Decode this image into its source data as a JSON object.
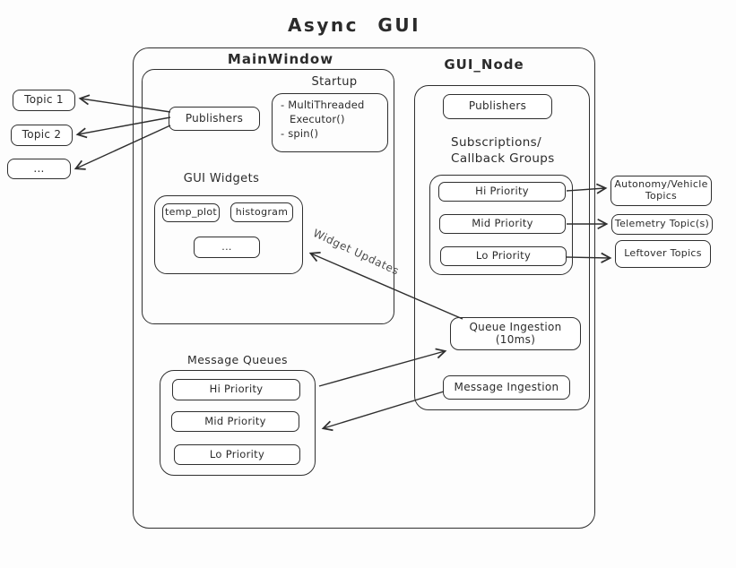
{
  "colors": {
    "stroke": "#2f2f2f",
    "background": "#fdfdfd",
    "arrow_label_text": "#4a4a4a"
  },
  "title": "Async GUI",
  "left_topics": {
    "items": [
      "Topic 1",
      "Topic 2",
      "..."
    ]
  },
  "main_window": {
    "label": "MainWindow",
    "publishers_label": "Publishers",
    "startup": {
      "label": "Startup",
      "lines": [
        "- MultiThreaded",
        "Executor()",
        "- spin()"
      ]
    },
    "gui_widgets": {
      "label": "GUI Widgets",
      "items": [
        "temp_plot",
        "histogram",
        "..."
      ]
    }
  },
  "gui_node": {
    "label": "GUI_Node",
    "publishers_label": "Publishers",
    "subscriptions_lines": [
      "Subscriptions/",
      "Callback Groups"
    ],
    "callback_groups": [
      "Hi Priority",
      "Mid Priority",
      "Lo Priority"
    ],
    "queue_ingestion_label": "Queue Ingestion (10ms)",
    "message_ingestion_label": "Message Ingestion"
  },
  "right_topics": {
    "items": [
      "Autonomy/Vehicle Topics",
      "Telemetry Topic(s)",
      "Leftover Topics"
    ]
  },
  "message_queues": {
    "label": "Message Queues",
    "items": [
      "Hi Priority",
      "Mid Priority",
      "Lo Priority"
    ]
  },
  "arrows": {
    "widget_updates_label": "Widget Updates"
  }
}
